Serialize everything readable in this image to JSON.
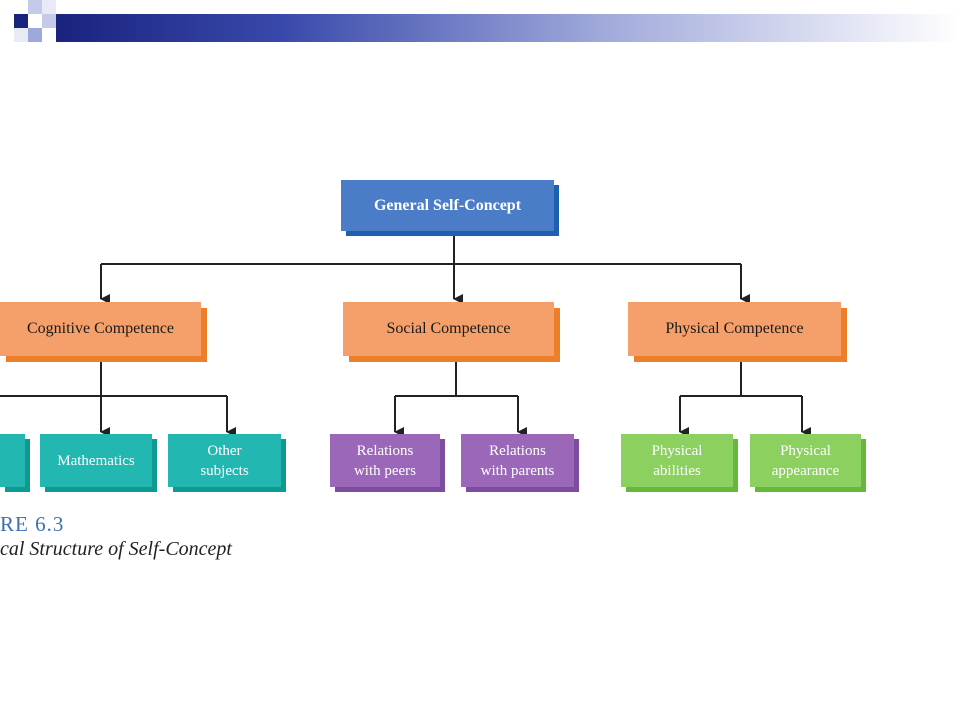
{
  "header": {
    "accent_colors": [
      "#1a237e",
      "#9fa8da",
      "#c5cae9"
    ]
  },
  "diagram": {
    "root": {
      "label": "General Self-Concept"
    },
    "competences": [
      {
        "label": "Cognitive Competence"
      },
      {
        "label": "Social Competence"
      },
      {
        "label": "Physical Competence"
      }
    ],
    "leaves": [
      {
        "label": "",
        "group": "cognitive"
      },
      {
        "label": "Mathematics",
        "group": "cognitive"
      },
      {
        "label": "Other\nsubjects",
        "group": "cognitive"
      },
      {
        "label": "Relations\nwith peers",
        "group": "social"
      },
      {
        "label": "Relations\nwith parents",
        "group": "social"
      },
      {
        "label": "Physical\nabilities",
        "group": "physical"
      },
      {
        "label": "Physical\nappearance",
        "group": "physical"
      }
    ],
    "colors": {
      "root": "#4a7cc7",
      "competence": "#f5a06a",
      "cognitive": "#22b7b0",
      "social": "#9b67b8",
      "physical": "#8cd060"
    }
  },
  "caption": {
    "figure_number": "RE 6.3",
    "title": "cal Structure of Self-Concept"
  }
}
